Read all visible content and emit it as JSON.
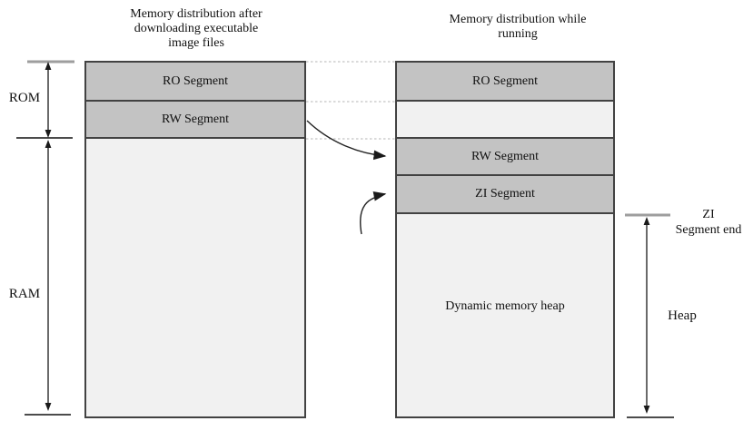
{
  "titles": {
    "left_line1": "Memory distribution after",
    "left_line2": "downloading executable",
    "left_line3": "image files",
    "right_line1": "Memory distribution while",
    "right_line2": "running"
  },
  "left_box": {
    "ro": "RO Segment",
    "rw": "RW Segment"
  },
  "right_box": {
    "ro": "RO Segment",
    "rw": "RW Segment",
    "zi": "ZI Segment",
    "heap": "Dynamic memory heap"
  },
  "side_labels": {
    "rom": "ROM",
    "ram": "RAM",
    "zi_end_line1": "ZI",
    "zi_end_line2": "Segment end",
    "heap": "Heap"
  },
  "annotations": {
    "arrow_icons": [
      "rom-extent-arrow",
      "ram-extent-arrow",
      "heap-extent-arrow",
      "rw-copy-arrow",
      "zi-init-arrow"
    ],
    "dotted_guide_count": 3
  },
  "colors": {
    "background": "#ffffff",
    "segment_fill": "#c3c3c3",
    "light_fill": "#f1f1f1",
    "border": "#424242",
    "dotted_guide": "#c4c4c4",
    "gray_tick": "#9e9e9e",
    "arrow": "#1a1a1a"
  }
}
